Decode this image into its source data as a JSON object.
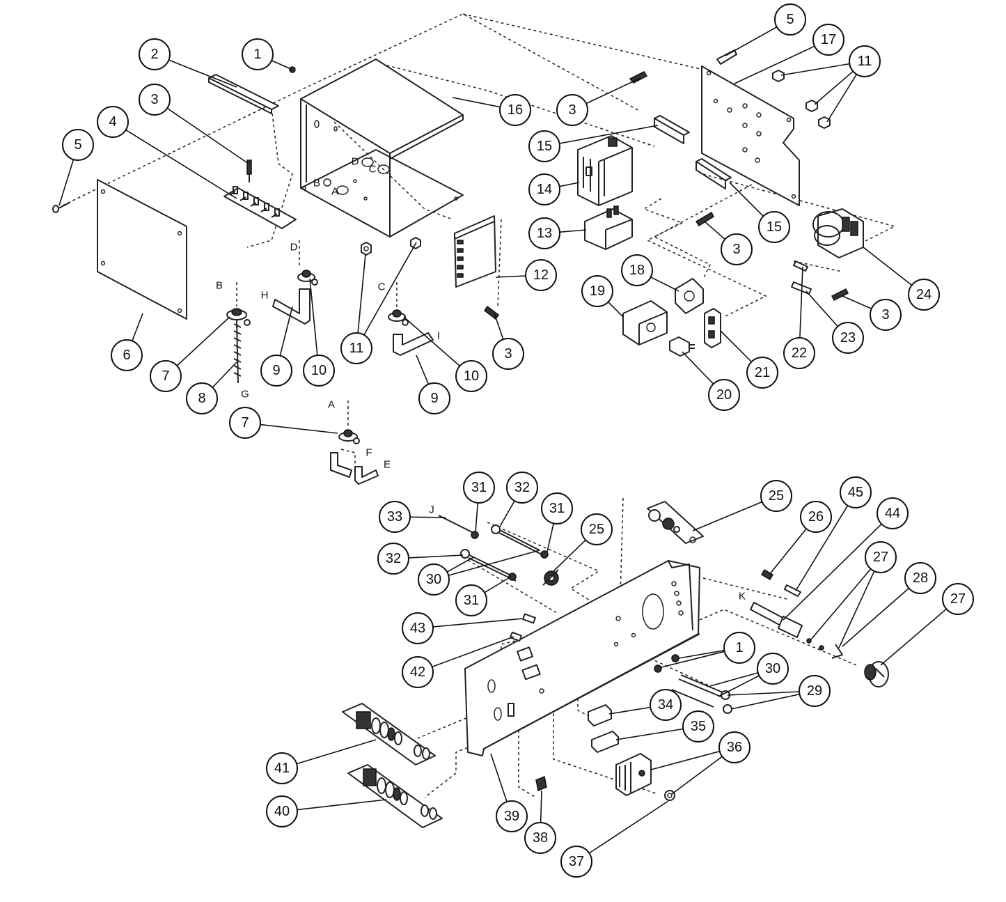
{
  "callouts": [
    {
      "label": "1"
    },
    {
      "label": "2"
    },
    {
      "label": "3"
    },
    {
      "label": "4"
    },
    {
      "label": "5"
    },
    {
      "label": "6"
    },
    {
      "label": "7"
    },
    {
      "label": "8"
    },
    {
      "label": "9"
    },
    {
      "label": "10"
    },
    {
      "label": "11"
    },
    {
      "label": "9"
    },
    {
      "label": "10"
    },
    {
      "label": "3"
    },
    {
      "label": "12"
    },
    {
      "label": "16"
    },
    {
      "label": "3"
    },
    {
      "label": "5"
    },
    {
      "label": "17"
    },
    {
      "label": "11"
    },
    {
      "label": "15"
    },
    {
      "label": "14"
    },
    {
      "label": "13"
    },
    {
      "label": "15"
    },
    {
      "label": "3"
    },
    {
      "label": "18"
    },
    {
      "label": "19"
    },
    {
      "label": "24"
    },
    {
      "label": "3"
    },
    {
      "label": "23"
    },
    {
      "label": "22"
    },
    {
      "label": "21"
    },
    {
      "label": "20"
    },
    {
      "label": "7"
    },
    {
      "label": "33"
    },
    {
      "label": "31"
    },
    {
      "label": "32"
    },
    {
      "label": "31"
    },
    {
      "label": "25"
    },
    {
      "label": "32"
    },
    {
      "label": "30"
    },
    {
      "label": "31"
    },
    {
      "label": "43"
    },
    {
      "label": "42"
    },
    {
      "label": "25"
    },
    {
      "label": "26"
    },
    {
      "label": "45"
    },
    {
      "label": "44"
    },
    {
      "label": "27"
    },
    {
      "label": "28"
    },
    {
      "label": "27"
    },
    {
      "label": "1"
    },
    {
      "label": "30"
    },
    {
      "label": "29"
    },
    {
      "label": "34"
    },
    {
      "label": "35"
    },
    {
      "label": "36"
    },
    {
      "label": "37"
    },
    {
      "label": "38"
    },
    {
      "label": "39"
    },
    {
      "label": "41"
    },
    {
      "label": "40"
    }
  ],
  "ref_letters": [
    "D",
    "C",
    "B",
    "A",
    "D",
    "B",
    "H",
    "C",
    "I",
    "G",
    "A",
    "F",
    "E",
    "J",
    "K"
  ]
}
